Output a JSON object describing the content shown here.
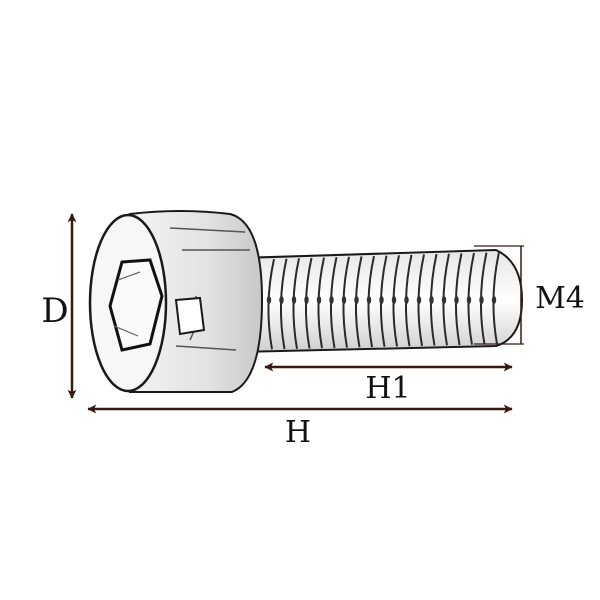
{
  "labels": {
    "diameter": "D",
    "thread_size": "M4",
    "thread_length": "H1",
    "total_length": "H"
  },
  "colors": {
    "line": "#1a1a1a",
    "arrow": "#3a1a10",
    "shade": "#bdbdbd",
    "background": "#ffffff"
  }
}
